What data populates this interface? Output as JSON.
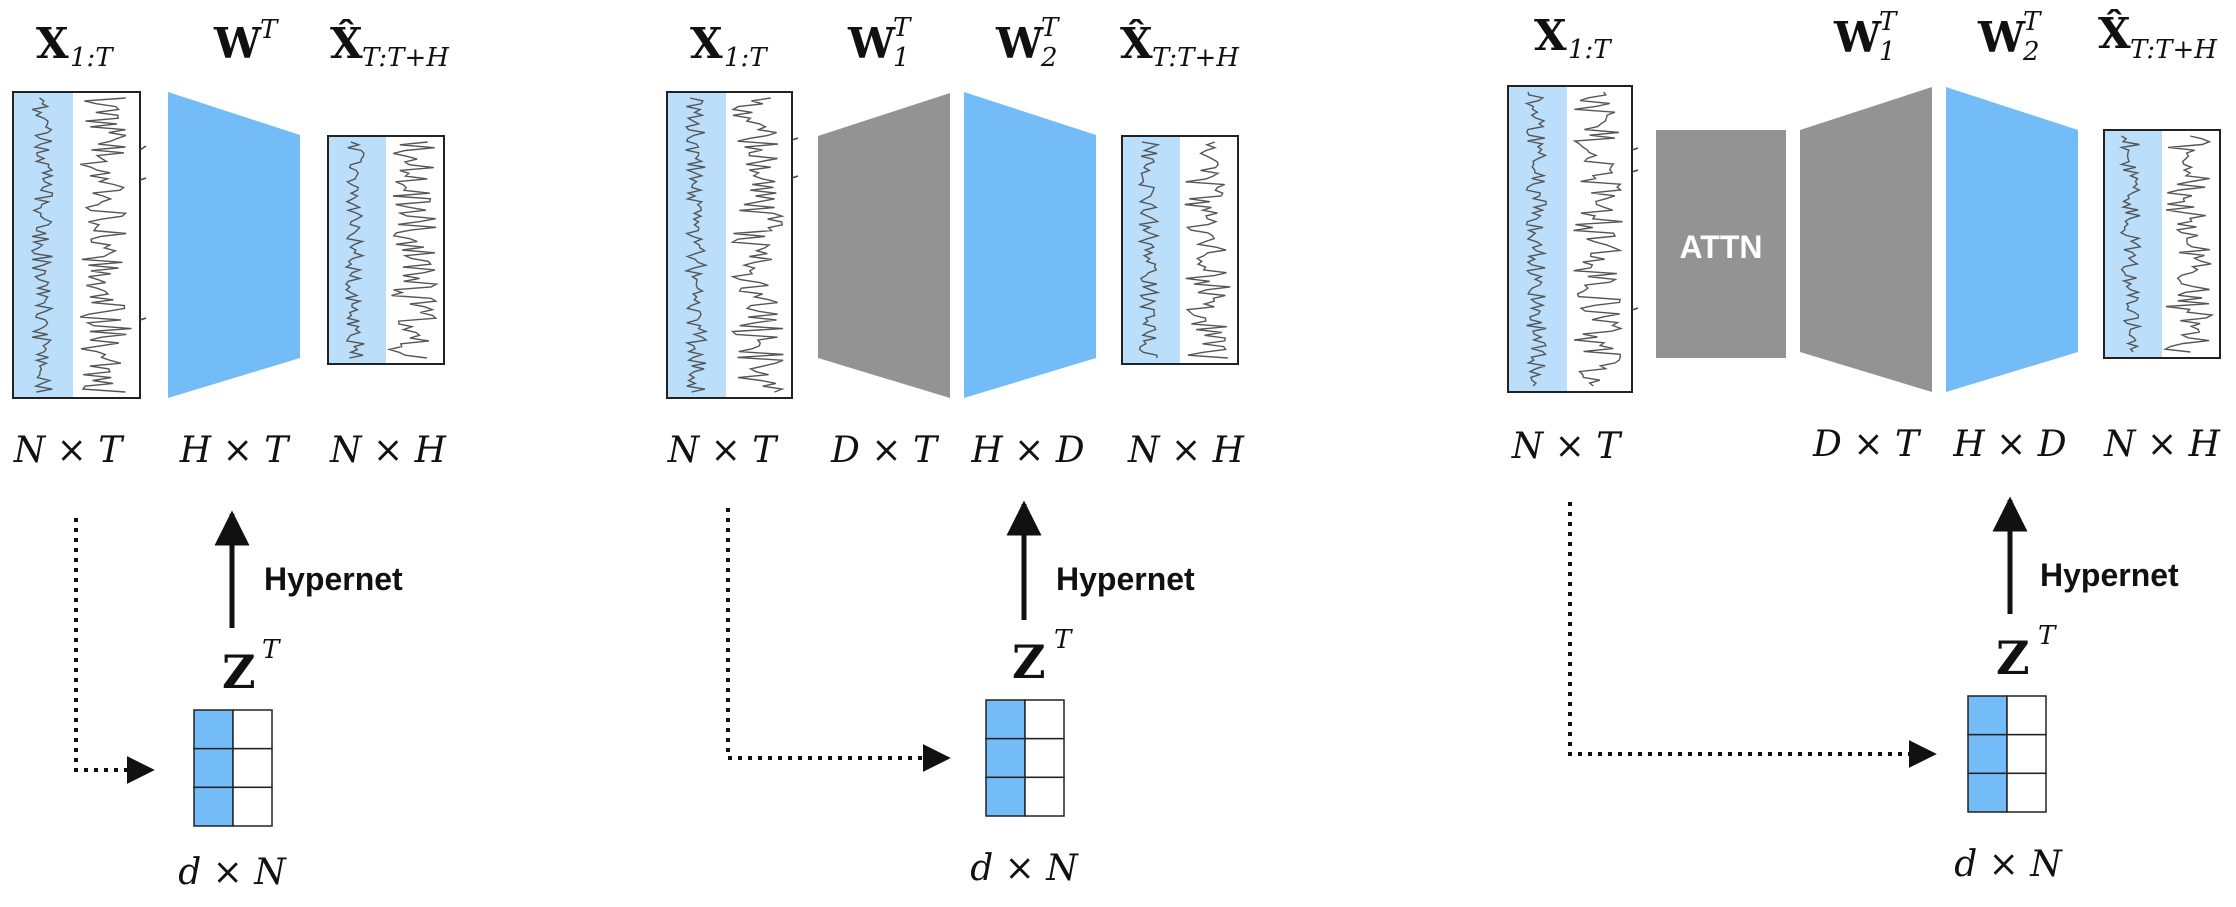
{
  "colors": {
    "blue_block": "#74bcf7",
    "light_blue_band": "#bbdffb",
    "gray_block": "#939393",
    "signal_line": "#555555",
    "arrow": "#111111"
  },
  "panels": [
    {
      "input": {
        "symbol": "X",
        "sub": "1:T",
        "dim": "N × T"
      },
      "weights": [
        {
          "symbol": "W",
          "idx": "",
          "sup": "T",
          "dim": "H × T",
          "color": "blue"
        }
      ],
      "output": {
        "symbol": "X̂",
        "sub": "T:T+H",
        "dim": "N × H"
      },
      "hypernet_label": "Hypernet",
      "z": {
        "symbol": "Z",
        "sup": "T",
        "dim": "d × N"
      }
    },
    {
      "input": {
        "symbol": "X",
        "sub": "1:T",
        "dim": "N × T"
      },
      "weights": [
        {
          "symbol": "W",
          "idx": "1",
          "sup": "T",
          "dim": "D × T",
          "color": "gray"
        },
        {
          "symbol": "W",
          "idx": "2",
          "sup": "T",
          "dim": "H × D",
          "color": "blue"
        }
      ],
      "output": {
        "symbol": "X̂",
        "sub": "T:T+H",
        "dim": "N × H"
      },
      "hypernet_label": "Hypernet",
      "z": {
        "symbol": "Z",
        "sup": "T",
        "dim": "d × N"
      }
    },
    {
      "input": {
        "symbol": "X",
        "sub": "1:T",
        "dim": "N × T"
      },
      "attn_label": "ATTN",
      "weights": [
        {
          "symbol": "W",
          "idx": "1",
          "sup": "T",
          "dim": "D × T",
          "color": "gray"
        },
        {
          "symbol": "W",
          "idx": "2",
          "sup": "T",
          "dim": "H × D",
          "color": "blue"
        }
      ],
      "output": {
        "symbol": "X̂",
        "sub": "T:T+H",
        "dim": "N × H"
      },
      "hypernet_label": "Hypernet",
      "z": {
        "symbol": "Z",
        "sup": "T",
        "dim": "d × N"
      }
    }
  ]
}
